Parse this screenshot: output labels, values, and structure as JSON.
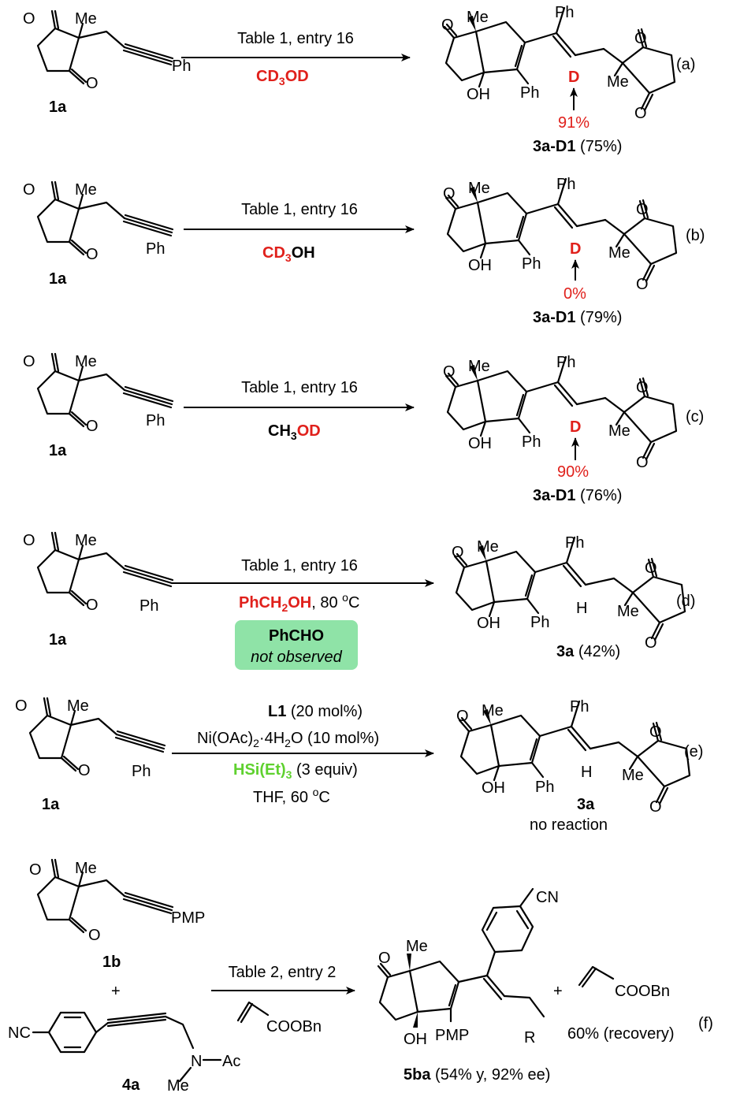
{
  "atoms": {
    "O": "O",
    "Me": "Me",
    "Ph": "Ph",
    "OH": "OH",
    "H": "H",
    "D": "D",
    "PMP": "PMP",
    "NC": "NC",
    "CN": "CN",
    "N": "N",
    "Ac": "Ac",
    "R": "R",
    "COOBn": "COOBn",
    "plus": "+"
  },
  "reactions": [
    {
      "label": "(a)",
      "sm": "1a",
      "conditions_top": "Table 1, entry 16",
      "solvent_red": "CD",
      "solvent_sub": "3",
      "solvent_red2": "OD",
      "solvent_black": "",
      "incorporation": "91%",
      "product": "3a-D1",
      "yield": "(75%)"
    },
    {
      "label": "(b)",
      "sm": "1a",
      "conditions_top": "Table 1, entry 16",
      "solvent_red": "CD",
      "solvent_sub": "3",
      "solvent_black2": "OH",
      "incorporation": "0%",
      "product": "3a-D1",
      "yield": "(79%)"
    },
    {
      "label": "(c)",
      "sm": "1a",
      "conditions_top": "Table 1, entry 16",
      "solvent_black": "CH",
      "solvent_sub": "3",
      "solvent_red2": "OD",
      "incorporation": "90%",
      "product": "3a-D1",
      "yield": "(76%)"
    },
    {
      "label": "(d)",
      "sm": "1a",
      "conditions_top": "Table 1, entry 16",
      "solvent_red": "PhCH",
      "solvent_sub": "2",
      "solvent_red2": "OH",
      "temp": ", 80 ",
      "temp_sup": "o",
      "temp_unit": "C",
      "box_title": "PhCHO",
      "box_note": "not observed",
      "product": "3a",
      "yield": "(42%)"
    },
    {
      "label": "(e)",
      "sm": "1a",
      "line1_bold": "L1",
      "line1_rest": " (20 mol%)",
      "line2_a": "Ni(OAc)",
      "line2_sub": "2",
      "line2_b": "·4H",
      "line2_sub2": "2",
      "line2_c": "O (10 mol%)",
      "line3_green": "HSi(Et)",
      "line3_sub": "3",
      "line3_rest": " (3 equiv)",
      "line4": "THF, 60 ",
      "line4_sup": "o",
      "line4_unit": "C",
      "product": "3a",
      "note": "no reaction"
    },
    {
      "label": "(f)",
      "sm": "1b",
      "sm2": "4a",
      "conditions_top": "Table 2, entry 2",
      "product": "5ba",
      "yield": "(54% y, 92% ee)",
      "recovery": "60% (recovery)"
    }
  ]
}
